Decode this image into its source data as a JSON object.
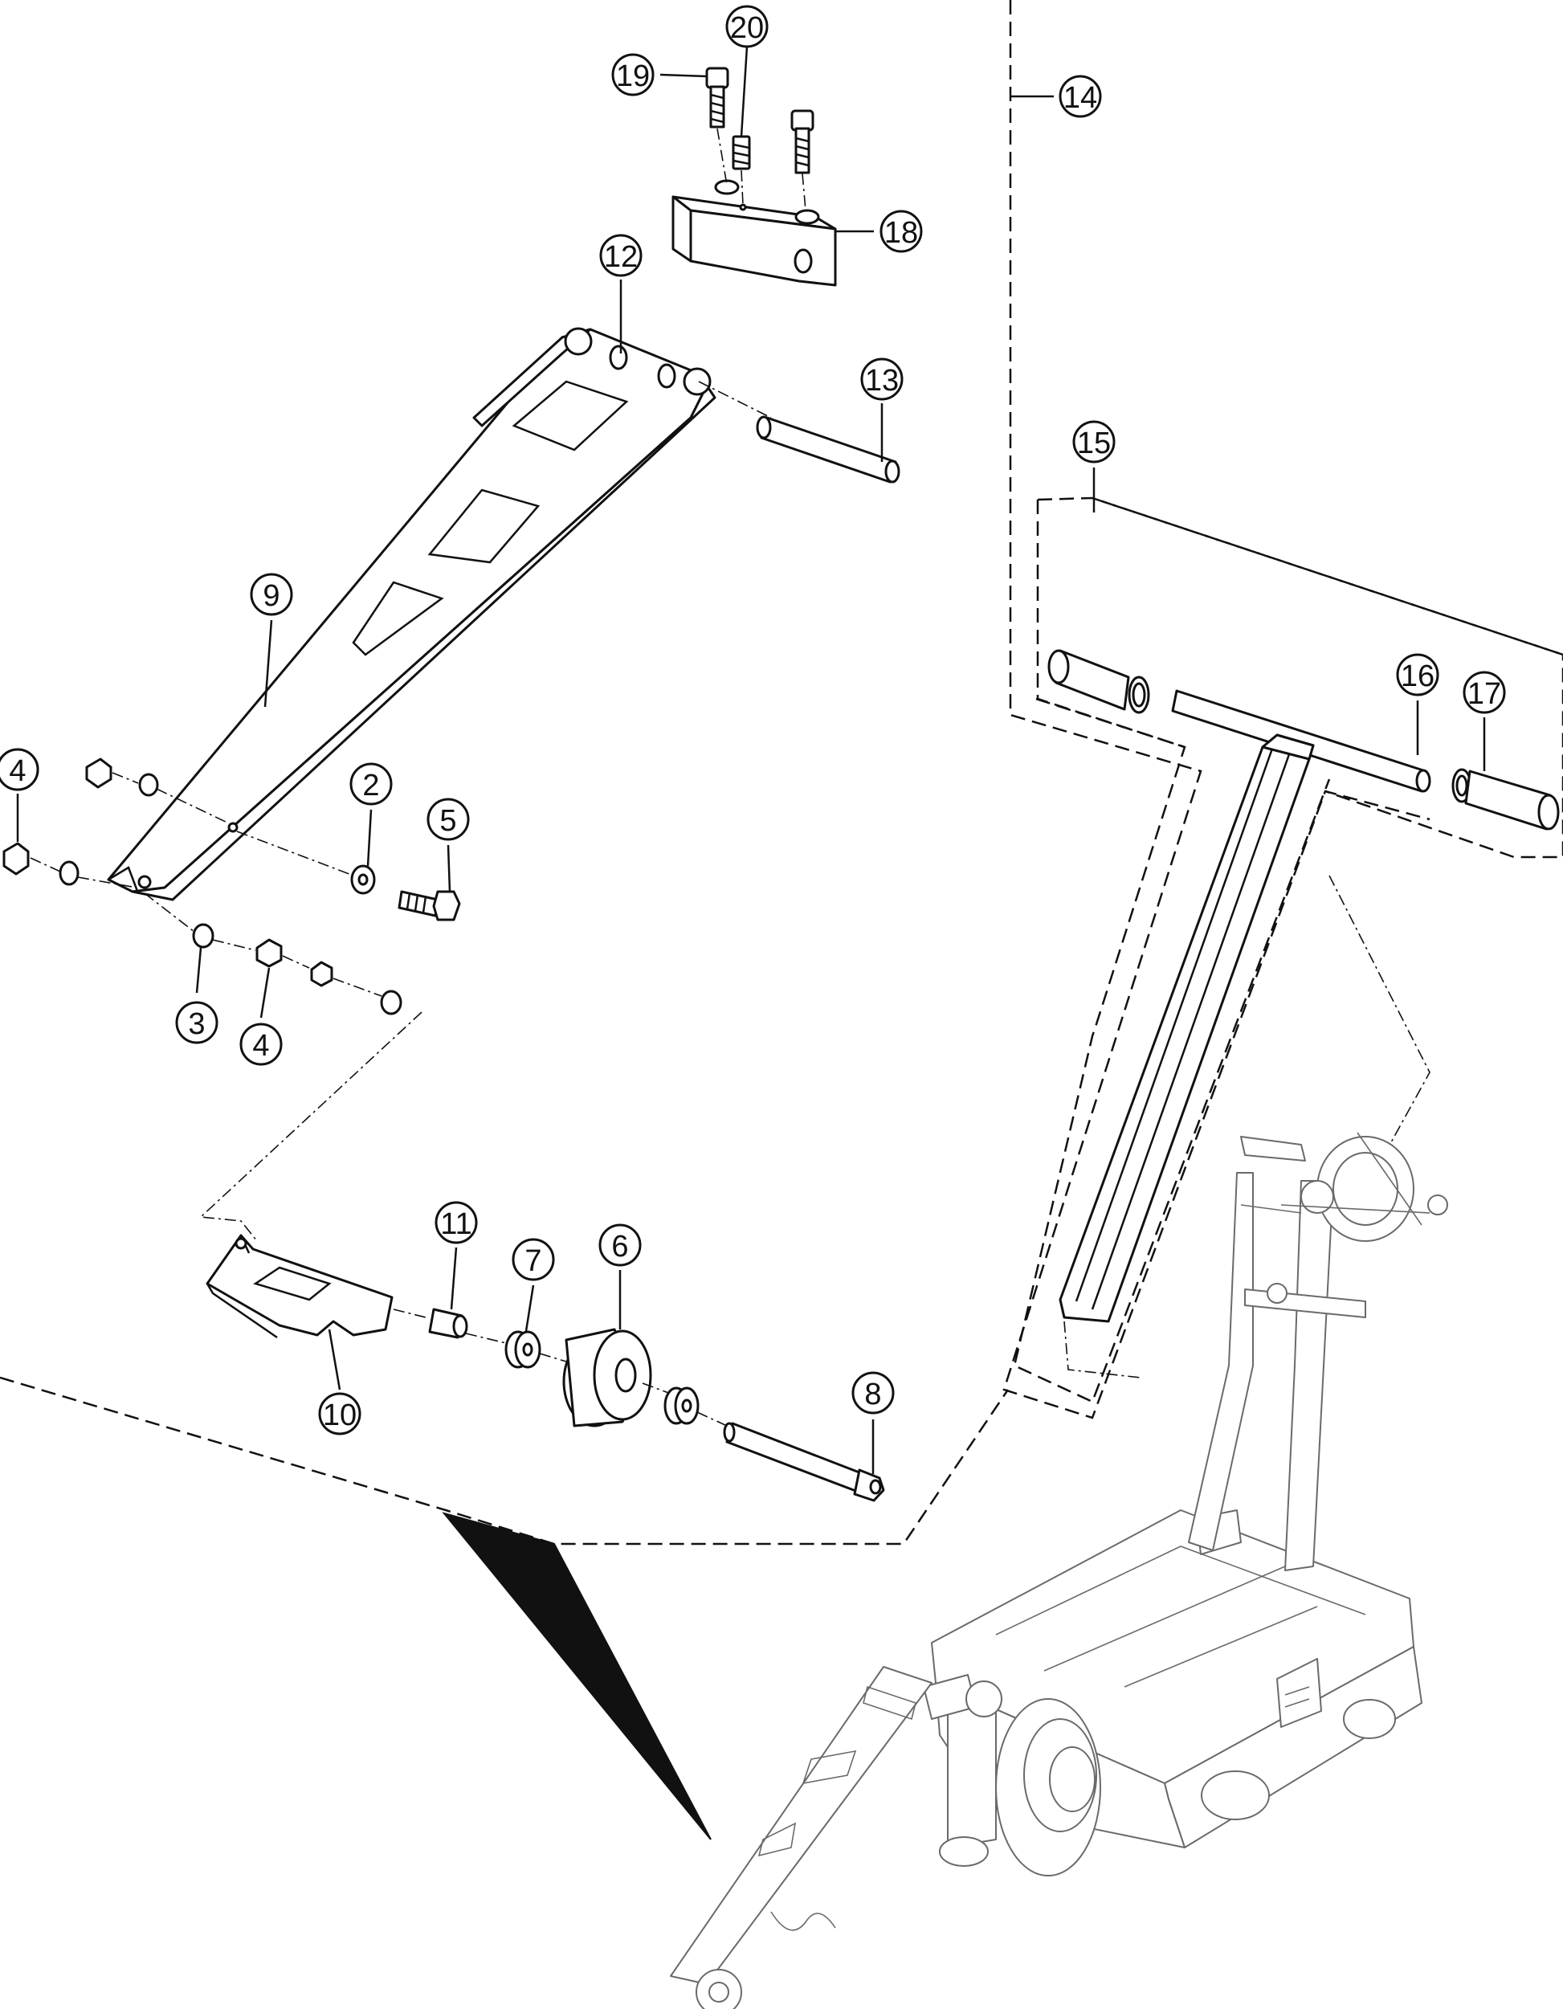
{
  "callouts": [
    {
      "id": "20",
      "label": "20"
    },
    {
      "id": "19",
      "label": "19"
    },
    {
      "id": "14",
      "label": "14"
    },
    {
      "id": "18",
      "label": "18"
    },
    {
      "id": "12",
      "label": "12"
    },
    {
      "id": "13",
      "label": "13"
    },
    {
      "id": "15",
      "label": "15"
    },
    {
      "id": "9",
      "label": "9"
    },
    {
      "id": "16",
      "label": "16"
    },
    {
      "id": "17",
      "label": "17"
    },
    {
      "id": "4a",
      "label": "4"
    },
    {
      "id": "2",
      "label": "2"
    },
    {
      "id": "5",
      "label": "5"
    },
    {
      "id": "4b",
      "label": "4"
    },
    {
      "id": "3",
      "label": "3"
    },
    {
      "id": "4c",
      "label": "4"
    },
    {
      "id": "11",
      "label": "11"
    },
    {
      "id": "7",
      "label": "7"
    },
    {
      "id": "6",
      "label": "6"
    },
    {
      "id": "8",
      "label": "8"
    },
    {
      "id": "10",
      "label": "10"
    }
  ],
  "colors": {
    "line": "#111111",
    "ghost": "#6a6a6a",
    "background": "#ffffff"
  }
}
